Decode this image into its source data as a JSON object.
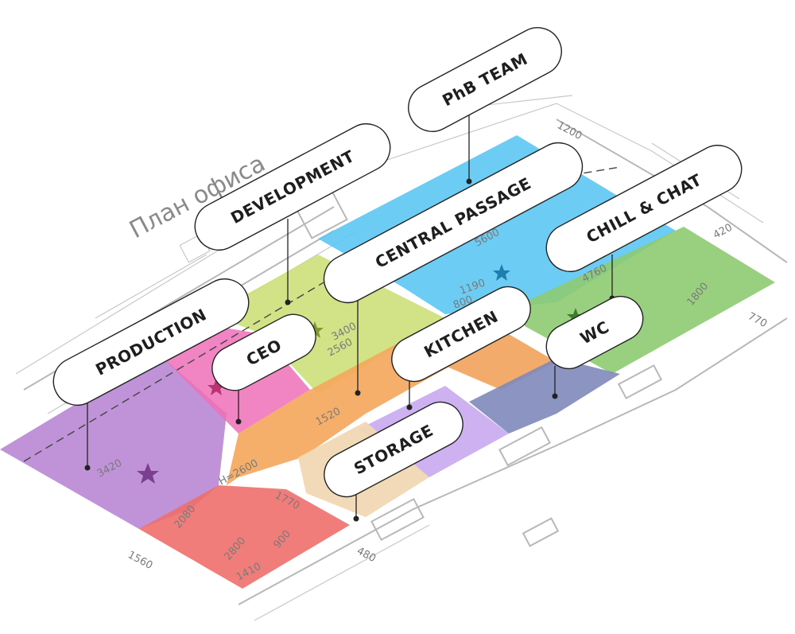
{
  "plan_title": "План офиса",
  "labels": {
    "phb_team": "PhB TEAM",
    "development": "DEVELOPMENT",
    "central_passage": "CENTRAL PASSAGE",
    "chill_chat": "CHILL & CHAT",
    "production": "PRODUCTION",
    "ceo": "CEO",
    "kitchen": "KITCHEN",
    "wc": "WC",
    "storage": "STORAGE"
  },
  "dimension_marks": {
    "d1": "5600",
    "d2": "1190",
    "d3": "800",
    "d4": "1520",
    "d5": "3400",
    "d6": "2560",
    "d7": "3420",
    "d8": "2080",
    "d9": "2800",
    "d10": "1770",
    "d11": "1410",
    "d12": "900",
    "d13": "H=2600",
    "d14": "1200",
    "d15": "420",
    "d16": "1560",
    "d17": "480",
    "d18": "770",
    "d19": "4760",
    "d20": "1800"
  },
  "colors": {
    "production": "#b57fd0",
    "ceo": "#ef6fb7",
    "development": "#cde07a",
    "phb_team": "#5cc6f3",
    "central_passage": "#f5a65a",
    "chill_chat": "#8ecb72",
    "kitchen": "#f2a25c",
    "wc": "#7f88bb",
    "storage": "#c9a8f0",
    "storage_inner": "#f1d7b3",
    "bottom_room": "#ee6f6c"
  },
  "icons": {
    "star": "star-icon"
  }
}
